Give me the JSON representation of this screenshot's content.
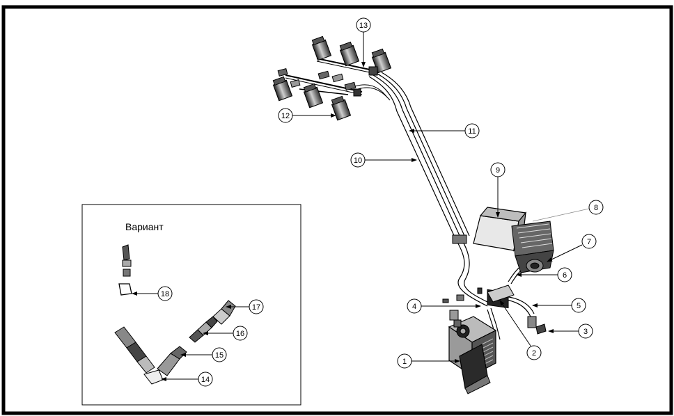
{
  "inset": {
    "title": "Вариант"
  },
  "callouts": [
    {
      "id": "c1",
      "label": "1"
    },
    {
      "id": "c2",
      "label": "2"
    },
    {
      "id": "c3",
      "label": "3"
    },
    {
      "id": "c4",
      "label": "4"
    },
    {
      "id": "c5",
      "label": "5"
    },
    {
      "id": "c6",
      "label": "6"
    },
    {
      "id": "c7",
      "label": "7"
    },
    {
      "id": "c8",
      "label": "8"
    },
    {
      "id": "c9",
      "label": "9"
    },
    {
      "id": "c10",
      "label": "10"
    },
    {
      "id": "c11",
      "label": "11"
    },
    {
      "id": "c12",
      "label": "12"
    },
    {
      "id": "c13",
      "label": "13"
    },
    {
      "id": "c14",
      "label": "14"
    },
    {
      "id": "c15",
      "label": "15"
    },
    {
      "id": "c16",
      "label": "16"
    },
    {
      "id": "c17",
      "label": "17"
    },
    {
      "id": "c18",
      "label": "18"
    }
  ],
  "colors": {
    "frame": "#000000",
    "line": "#000000",
    "part_dark": "#2a2a2a",
    "part_mid": "#8a8a8a",
    "part_light": "#cfcfcf",
    "background": "#ffffff"
  }
}
